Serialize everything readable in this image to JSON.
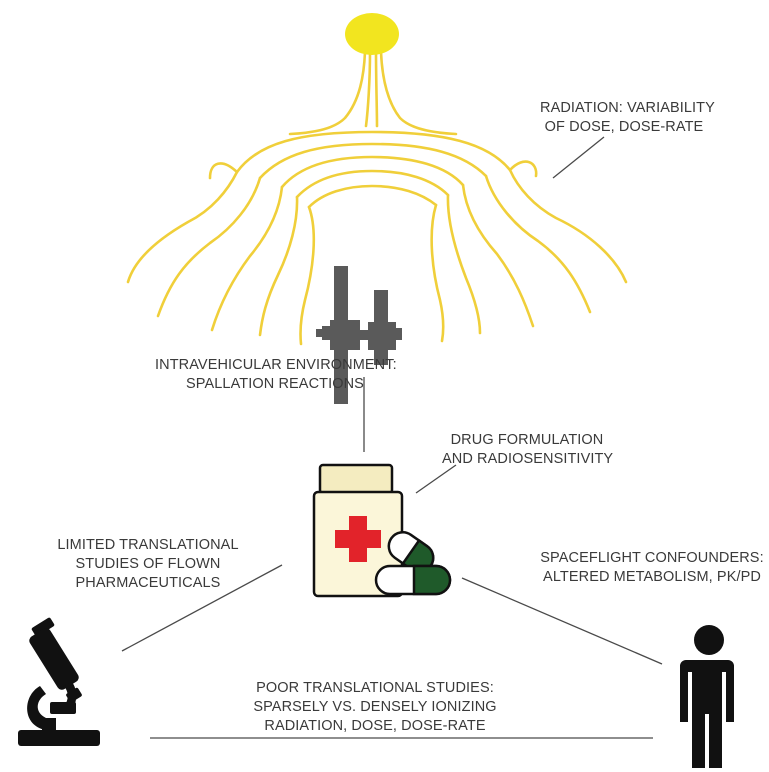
{
  "labels": {
    "radiation": {
      "line1": "RADIATION: VARIABILITY",
      "line2": "OF DOSE, DOSE-RATE"
    },
    "intravehicular": {
      "line1": "INTRAVEHICULAR ENVIRONMENT:",
      "line2": "SPALLATION REACTIONS"
    },
    "drug": {
      "line1": "DRUG FORMULATION",
      "line2": "AND RADIOSENSITIVITY"
    },
    "limited": {
      "line1": "LIMITED TRANSLATIONAL",
      "line2": "STUDIES OF FLOWN",
      "line3": "PHARMACEUTICALS"
    },
    "spaceflight": {
      "line1": "SPACEFLIGHT CONFOUNDERS:",
      "line2": "ALTERED METABOLISM, PK/PD"
    },
    "poor": {
      "line1": "POOR TRANSLATIONAL STUDIES:",
      "line2": "SPARSELY VS. DENSELY IONIZING",
      "line3": "RADIATION, DOSE, DOSE-RATE"
    }
  },
  "icons": {
    "sun": "sun-icon",
    "radiation_field": "radiation-field-lines",
    "station": "space-station-icon",
    "medicine": "medicine-bottle-icon",
    "pill": "capsule-icon",
    "microscope": "microscope-icon",
    "person": "person-icon"
  },
  "colors": {
    "sun": "#f2e51f",
    "field_lines": "#f0cf3a",
    "station": "#5a5a5a",
    "bottle": "#fbf6d9",
    "cap": "#f4ecc0",
    "cross": "#e2232a",
    "capsule": "#1f5a2a",
    "ink": "#111111",
    "connector": "#4a4a4a",
    "text": "#3a3a3a"
  }
}
